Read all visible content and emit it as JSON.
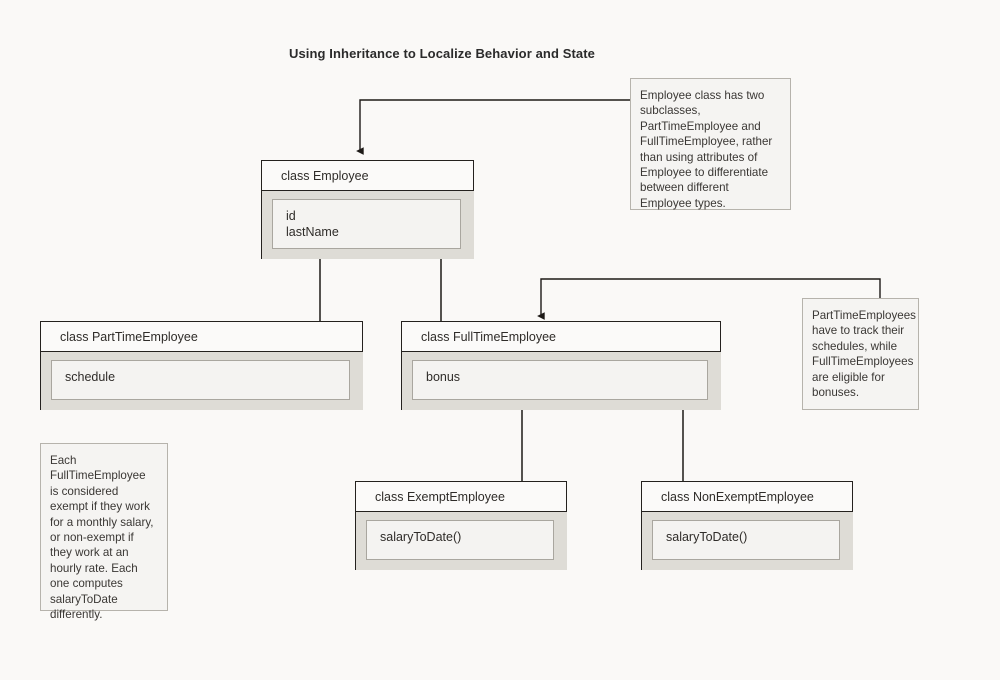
{
  "diagram": {
    "title": "Using Inheritance to Localize Behavior and State",
    "type": "uml-class-diagram",
    "background_color": "#faf9f7",
    "classes": [
      {
        "id": "employee",
        "header": "class Employee",
        "attributes": [
          "id",
          "lastName"
        ]
      },
      {
        "id": "part-time-employee",
        "header": "class PartTimeEmployee",
        "attributes": [
          "schedule"
        ]
      },
      {
        "id": "full-time-employee",
        "header": "class FullTimeEmployee",
        "attributes": [
          "bonus"
        ]
      },
      {
        "id": "exempt-employee",
        "header": "class ExemptEmployee",
        "attributes": [
          "salaryToDate()"
        ]
      },
      {
        "id": "non-exempt-employee",
        "header": "class NonExemptEmployee",
        "attributes": [
          "salaryToDate()"
        ]
      }
    ],
    "notes": [
      {
        "id": "note-employee-subclasses",
        "text": "Employee class has two subclasses, PartTimeEmployee and FullTimeEmployee, rather than using attributes of Employee to differentiate between different Employee types."
      },
      {
        "id": "note-parttime-schedules",
        "text": "PartTimeEmployees have to track their schedules, while FullTimeEmployees are eligible for bonuses."
      },
      {
        "id": "note-exempt-rules",
        "text": "Each FullTimeEmployee is considered exempt if they work for a monthly salary, or non-exempt if they work at an hourly rate. Each one computes salaryToDate differently."
      }
    ],
    "connectors": [
      {
        "id": "employee-to-parttime",
        "from": "employee",
        "to": "part-time-employee",
        "style": "plain-line"
      },
      {
        "id": "employee-to-fulltime",
        "from": "employee",
        "to": "full-time-employee",
        "style": "plain-line"
      },
      {
        "id": "fulltime-to-exempt",
        "from": "full-time-employee",
        "to": "exempt-employee",
        "style": "plain-line"
      },
      {
        "id": "fulltime-to-nonexempt",
        "from": "full-time-employee",
        "to": "non-exempt-employee",
        "style": "plain-line"
      },
      {
        "id": "leader-note-subclasses",
        "from": "note-employee-subclasses",
        "to": "employee",
        "style": "elbow-arrow"
      },
      {
        "id": "leader-note-parttime",
        "from": "note-parttime-schedules",
        "to": "full-time-employee",
        "style": "elbow-arrow"
      }
    ]
  }
}
